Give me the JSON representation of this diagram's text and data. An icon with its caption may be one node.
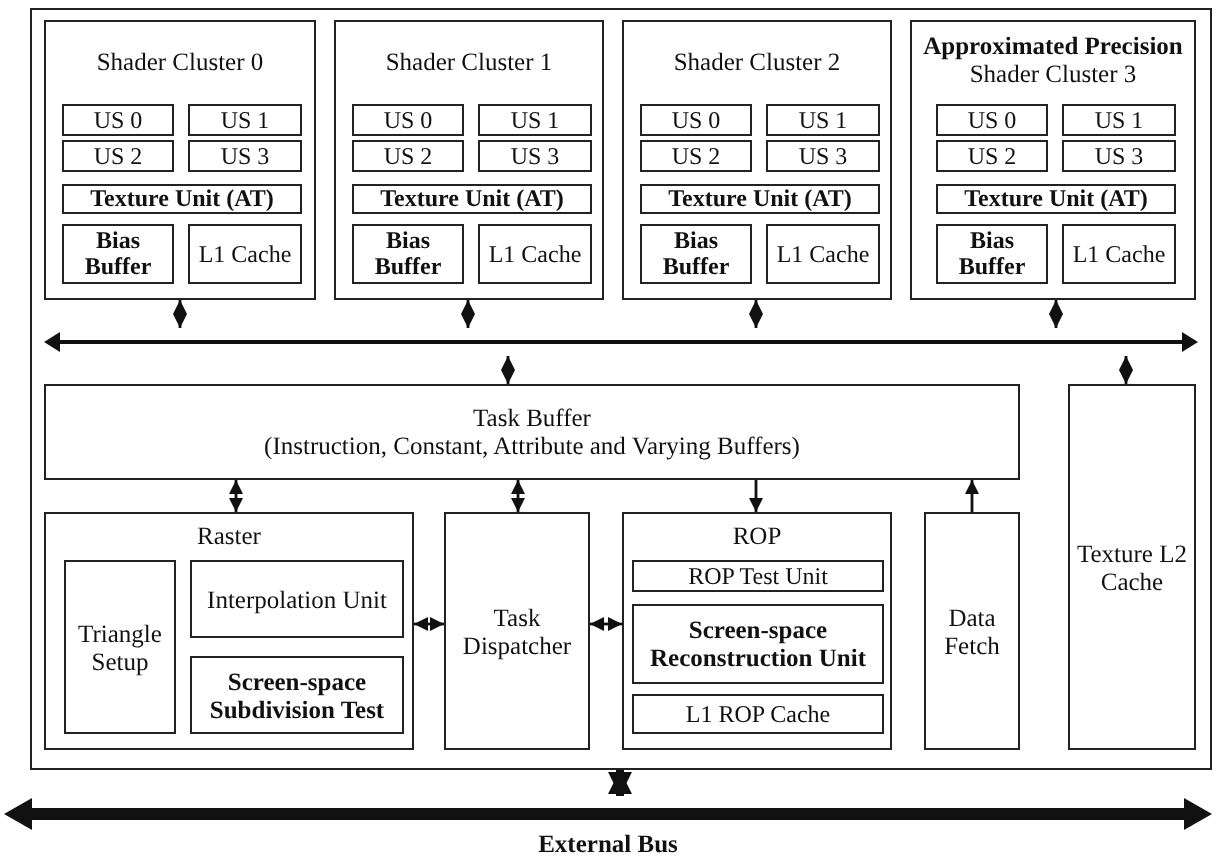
{
  "diagram": {
    "nodes": [
      {
        "text": [],
        "shape": "box"
      },
      {
        "text": [
          "Shader Cluster 0"
        ],
        "in": 0
      },
      {
        "text": [
          "US 0"
        ],
        "in": 1
      },
      {
        "text": [
          "US 1"
        ],
        "in": 1
      },
      {
        "text": [
          "US 2"
        ],
        "in": 1
      },
      {
        "text": [
          "US 3"
        ],
        "in": 1
      },
      {
        "text": [
          "Texture Unit (AT)"
        ],
        "in": 1
      },
      {
        "text": [
          "Bias Buffer"
        ],
        "in": 1
      },
      {
        "text": [
          "L1 Cache"
        ],
        "in": 1
      },
      {
        "text": [
          "Shader Cluster 1"
        ],
        "in": 0
      },
      {
        "text": [
          "US 0"
        ],
        "in": 9
      },
      {
        "text": [
          "US 1"
        ],
        "in": 9
      },
      {
        "text": [
          "US 2"
        ],
        "in": 9
      },
      {
        "text": [
          "US 3"
        ],
        "in": 9
      },
      {
        "text": [
          "Texture Unit (AT)"
        ],
        "in": 9
      },
      {
        "text": [
          "Bias Buffer"
        ],
        "in": 9
      },
      {
        "text": [
          "L1 Cache"
        ],
        "in": 9
      },
      {
        "text": [
          "Shader Cluster 2"
        ],
        "in": 0
      },
      {
        "text": [
          "US 0"
        ],
        "in": 17
      },
      {
        "text": [
          "US 1"
        ],
        "in": 17
      },
      {
        "text": [
          "US 2"
        ],
        "in": 17
      },
      {
        "text": [
          "US 3"
        ],
        "in": 17
      },
      {
        "text": [
          "Texture Unit (AT)"
        ],
        "in": 17
      },
      {
        "text": [
          "Bias Buffer"
        ],
        "in": 17
      },
      {
        "text": [
          "L1 Cache"
        ],
        "in": 17
      },
      {
        "text": [
          "Approximated Precision",
          "Shader Cluster 3"
        ],
        "in": 0
      },
      {
        "text": [
          "US 0"
        ],
        "in": 25
      },
      {
        "text": [
          "US 1"
        ],
        "in": 25
      },
      {
        "text": [
          "US 2"
        ],
        "in": 25
      },
      {
        "text": [
          "US 3"
        ],
        "in": 25
      },
      {
        "text": [
          "Texture Unit (AT)"
        ],
        "in": 25
      },
      {
        "text": [
          "Bias Buffer"
        ],
        "in": 25
      },
      {
        "text": [
          "L1 Cache"
        ],
        "in": 25
      },
      {
        "text": [],
        "shape": "bar",
        "in": 0
      },
      {
        "text": [
          "Task Buffer",
          "(Instruction, Constant, Attribute and Varying Buffers)"
        ],
        "in": 0
      },
      {
        "text": [
          "Texture L2 Cache"
        ],
        "in": 0
      },
      {
        "text": [
          "Raster"
        ],
        "in": 0
      },
      {
        "text": [
          "Triangle Setup"
        ],
        "in": 36
      },
      {
        "text": [
          "Interpolation Unit"
        ],
        "in": 36
      },
      {
        "text": [
          "Screen-space Subdivision Test"
        ],
        "in": 36
      },
      {
        "text": [
          "Task Dispatcher"
        ],
        "in": 0
      },
      {
        "text": [
          "ROP"
        ],
        "in": 0
      },
      {
        "text": [
          "ROP Test Unit"
        ],
        "in": 41
      },
      {
        "text": [
          "Screen-space Reconstruction Unit"
        ],
        "in": 41
      },
      {
        "text": [
          "L1 ROP Cache"
        ],
        "in": 41
      },
      {
        "text": [
          "Data Fetch"
        ],
        "in": 0
      },
      {
        "text": [
          "External Bus"
        ]
      }
    ],
    "edges": [
      {
        "from": 1,
        "to": 33,
        "arrow": "both"
      },
      {
        "from": 9,
        "to": 33,
        "arrow": "both"
      },
      {
        "from": 17,
        "to": 33,
        "arrow": "both"
      },
      {
        "from": 25,
        "to": 33,
        "arrow": "both"
      },
      {
        "from": 33,
        "to": 34,
        "arrow": "both"
      },
      {
        "from": 33,
        "to": 35,
        "arrow": "both"
      },
      {
        "from": 34,
        "to": 36,
        "arrow": "both"
      },
      {
        "from": 34,
        "to": 40,
        "arrow": "both"
      },
      {
        "from": 34,
        "to": 41,
        "arrow": "to"
      },
      {
        "from": 45,
        "to": 34,
        "arrow": "to"
      },
      {
        "from": 36,
        "to": 40,
        "arrow": "both"
      },
      {
        "from": 40,
        "to": 41,
        "arrow": "both"
      },
      {
        "from": 0,
        "to": 46,
        "arrow": "both",
        "style": "thick"
      }
    ]
  }
}
